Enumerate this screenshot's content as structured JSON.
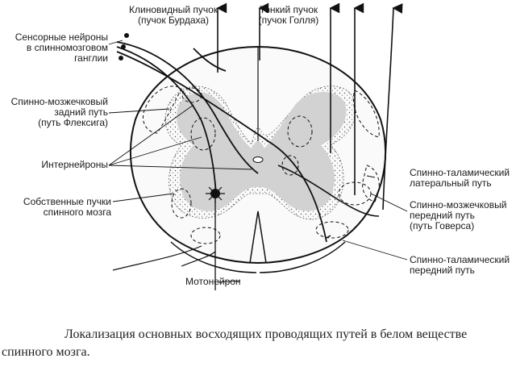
{
  "labels": {
    "cuneate": [
      "Клиновидный пучок",
      "(пучок Бурдаха)"
    ],
    "gracile": [
      "Тонкий пучок",
      "(пучок Голля)"
    ],
    "sensory": [
      "Сенсорные нейроны",
      "в спинномозговом",
      "ганглии"
    ],
    "dorsal_scb": [
      "Спинно-мозжечковый",
      "задний путь",
      "(путь Флексига)"
    ],
    "interneurons": [
      "Интернейроны"
    ],
    "propriospinal": [
      "Собственные пучки",
      "спинного мозга"
    ],
    "motoneuron": [
      "Мотонейрон"
    ],
    "lateral_st": [
      "Спинно-таламический",
      "латеральный путь"
    ],
    "ventral_scb": [
      "Спинно-мозжечковый",
      "передний путь",
      "(путь Говерса)"
    ],
    "anterior_st": [
      "Спинно-таламический",
      "передний путь"
    ]
  },
  "caption": {
    "line1": "Локализация основных восходящих проводящих путей в белом веществе",
    "line2": "спинного мозга."
  }
}
